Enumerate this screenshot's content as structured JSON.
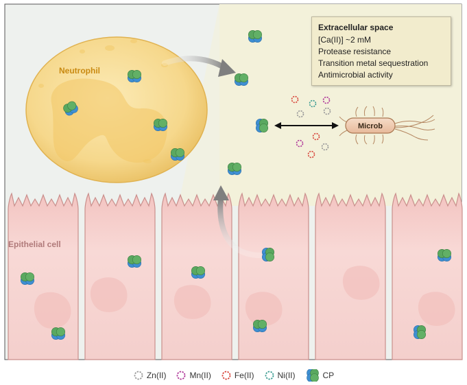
{
  "labels": {
    "neutrophil": "Neutrophil",
    "epithelial": "Epithelial cell",
    "microb": "Microb"
  },
  "infobox": {
    "title": "Extracellular space",
    "lines": [
      "[Ca(II)] ~2 mM",
      "Protease resistance",
      "Transition metal sequestration",
      "Antimicrobial activity"
    ]
  },
  "legend": [
    {
      "label": "Zn(II)",
      "color": "#9a9a9a",
      "icon": "dashed-ring-icon"
    },
    {
      "label": "Mn(II)",
      "color": "#b0389a",
      "icon": "dashed-ring-icon"
    },
    {
      "label": "Fe(II)",
      "color": "#d8463c",
      "icon": "dashed-ring-icon"
    },
    {
      "label": "Ni(II)",
      "color": "#3f9d93",
      "icon": "dashed-ring-icon"
    },
    {
      "label": "CP",
      "color": "#5aa860",
      "icon": "calprotectin-icon"
    }
  ],
  "colors": {
    "neutrophil_fill": "#f7d98e",
    "neutrophil_dark": "#eec265",
    "epithelial_fill": "#f6d0cd",
    "nucleus_fill": "#f0b9b6",
    "cp_green": "#5aa860",
    "cp_blue": "#3f8fd2"
  }
}
